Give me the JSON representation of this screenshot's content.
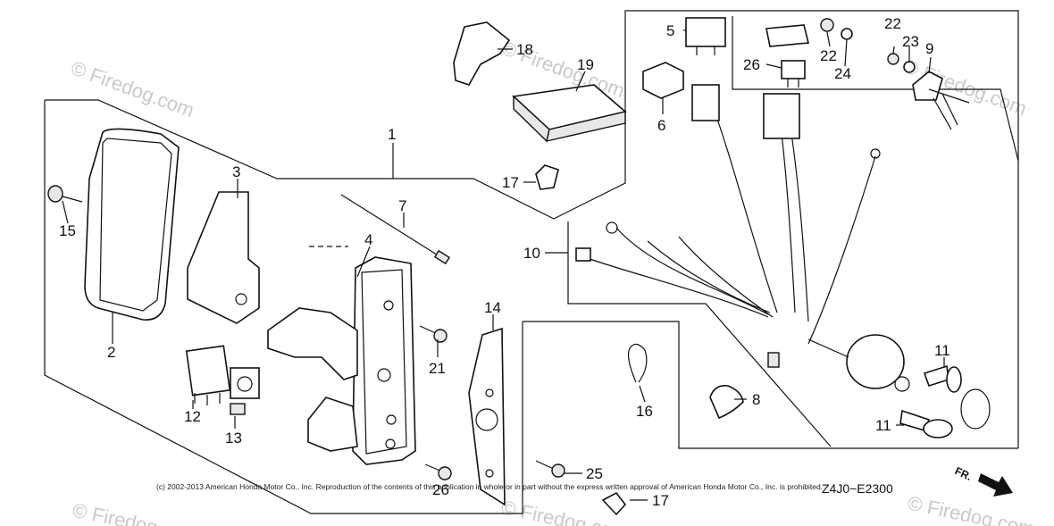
{
  "callouts": {
    "c1": "1",
    "c2": "2",
    "c3": "3",
    "c4": "4",
    "c5": "5",
    "c6": "6",
    "c7": "7",
    "c8": "8",
    "c9": "9",
    "c10": "10",
    "c11a": "11",
    "c11b": "11",
    "c12": "12",
    "c13": "13",
    "c14": "14",
    "c15": "15",
    "c16": "16",
    "c17a": "17",
    "c17b": "17",
    "c18": "18",
    "c19": "19",
    "c21": "21",
    "c22a": "22",
    "c22b": "22",
    "c23": "23",
    "c24": "24",
    "c25": "25",
    "c26": "26",
    "c26b": "26"
  },
  "watermark": "© Firedog.com",
  "copyright": "(c) 2002-2013 American Honda Motor Co., Inc. Reproduction of the contents of this publication in whole or in part without the express written approval of American Honda Motor Co., Inc. is prohibited.",
  "diagram_code": "Z4J0−E2300",
  "direction_label": "FR."
}
